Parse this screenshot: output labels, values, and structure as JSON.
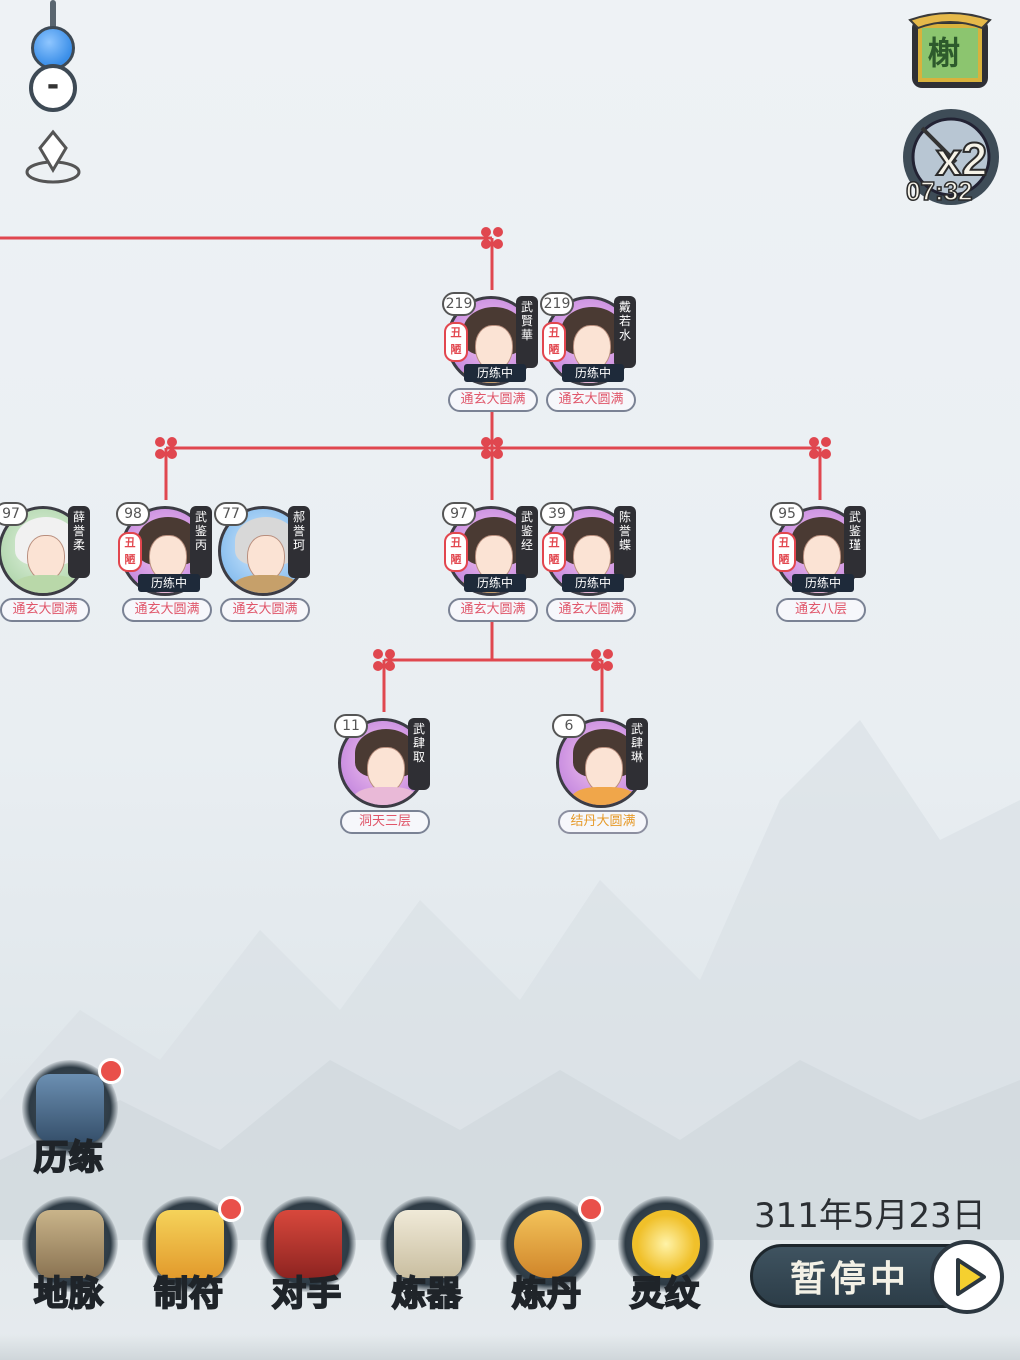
{
  "hud": {
    "speed_label": "x2",
    "timer": "07:32",
    "map_glyph": "榭"
  },
  "members": [
    {
      "id": "gen1_m",
      "age": "219",
      "name": "武賢華",
      "status": "历练中",
      "mark": "丑陋",
      "realm": "通玄大圆满"
    },
    {
      "id": "gen1_f",
      "age": "219",
      "name": "戴若水",
      "status": "历练中",
      "mark": "丑陋",
      "realm": "通玄大圆满"
    },
    {
      "id": "gen2_a",
      "age": "97",
      "name": "薛誉柔",
      "status": "",
      "mark": "",
      "realm": "通玄大圆满"
    },
    {
      "id": "gen2_b",
      "age": "98",
      "name": "武鉴丙",
      "status": "历练中",
      "mark": "丑陋",
      "realm": "通玄大圆满"
    },
    {
      "id": "gen2_c",
      "age": "77",
      "name": "郝誉珂",
      "status": "",
      "mark": "",
      "realm": "通玄大圆满"
    },
    {
      "id": "gen2_d",
      "age": "97",
      "name": "武鉴经",
      "status": "历练中",
      "mark": "丑陋",
      "realm": "通玄大圆满"
    },
    {
      "id": "gen2_e",
      "age": "39",
      "name": "陈誉蝶",
      "status": "历练中",
      "mark": "丑陋",
      "realm": "通玄大圆满"
    },
    {
      "id": "gen2_f",
      "age": "95",
      "name": "武鉴瑾",
      "status": "历练中",
      "mark": "丑陋",
      "realm": "通玄八层"
    },
    {
      "id": "gen3_a",
      "age": "11",
      "name": "武肆取",
      "status": "",
      "mark": "",
      "realm": "洞天三层"
    },
    {
      "id": "gen3_b",
      "age": "6",
      "name": "武肆琳",
      "status": "",
      "mark": "",
      "realm": "结丹大圆满"
    }
  ],
  "actions": {
    "training": "历练",
    "tabs": [
      "地脉",
      "制符",
      "对手",
      "炼器",
      "炼丹",
      "灵纹"
    ]
  },
  "date": "311年5月23日",
  "pause_label": "暂停中",
  "colors": {
    "tree_line": "#e0474f",
    "badge": "#e9504a"
  }
}
